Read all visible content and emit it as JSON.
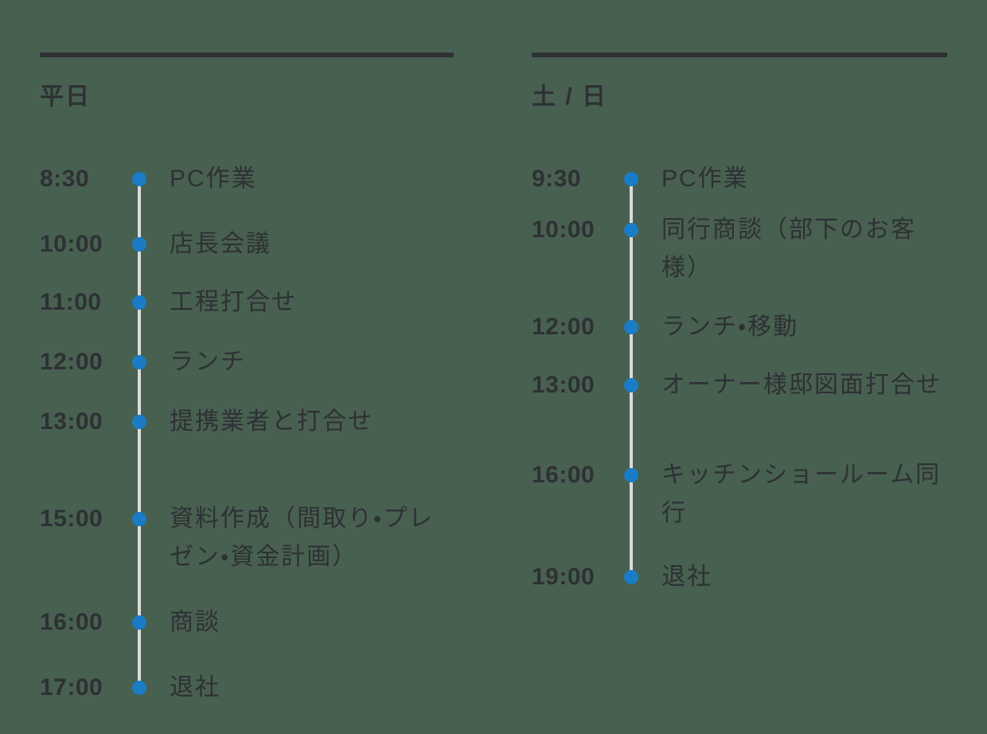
{
  "colors": {
    "background": "#486050",
    "text": "#2d3134",
    "dot": "#1a7cc4",
    "line": "#dbdbdb"
  },
  "columns": [
    {
      "title": "平日",
      "items": [
        {
          "time": "8:30",
          "label": "PC作業"
        },
        {
          "time": "10:00",
          "label": "店長会議"
        },
        {
          "time": "11:00",
          "label": "工程打合せ"
        },
        {
          "time": "12:00",
          "label": "ランチ"
        },
        {
          "time": "13:00",
          "label": "提携業者と打合せ"
        },
        {
          "time": "15:00",
          "label": "資料作成（間取り・プレゼン・資金計画）"
        },
        {
          "time": "16:00",
          "label": "商談"
        },
        {
          "time": "17:00",
          "label": "退社"
        }
      ]
    },
    {
      "title": "土 / 日",
      "items": [
        {
          "time": "9:30",
          "label": "PC作業"
        },
        {
          "time": "10:00",
          "label": "同行商談（部下のお客様）"
        },
        {
          "time": "12:00",
          "label": "ランチ・移動"
        },
        {
          "time": "13:00",
          "label": "オーナー様邸図面打合せ"
        },
        {
          "time": "16:00",
          "label": "キッチンショールーム同行"
        },
        {
          "time": "19:00",
          "label": "退社"
        }
      ]
    }
  ]
}
